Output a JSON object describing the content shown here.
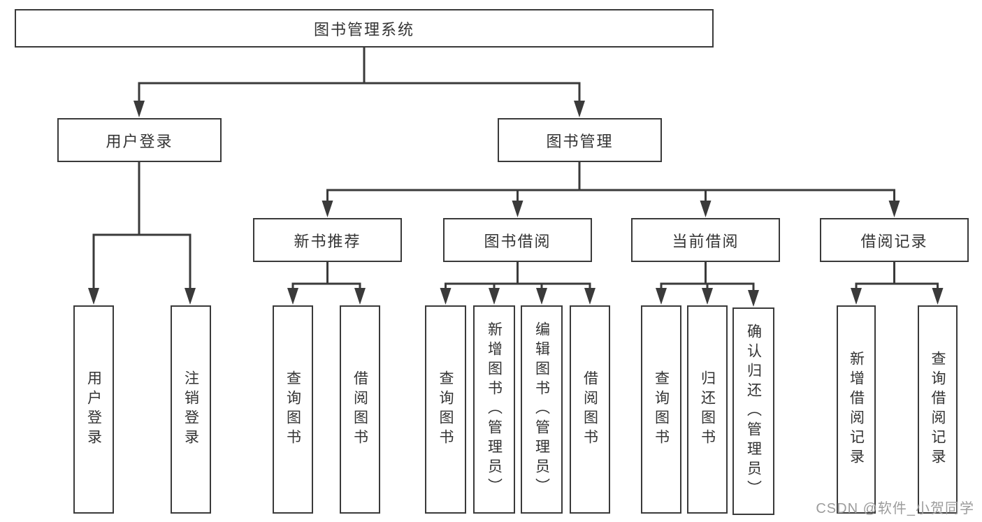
{
  "colors": {
    "line": "#3a3a3a",
    "box_border": "#3a3a3a",
    "box_fill": "#ffffff",
    "text": "#333333",
    "watermark": "#9c9c9c",
    "background": "#ffffff"
  },
  "tree": {
    "label": "图书管理系统",
    "children": [
      {
        "label": "用户登录",
        "children": [
          {
            "label": "用户登录"
          },
          {
            "label": "注销登录"
          }
        ]
      },
      {
        "label": "图书管理",
        "children": [
          {
            "label": "新书推荐",
            "children": [
              {
                "label": "查询图书"
              },
              {
                "label": "借阅图书"
              }
            ]
          },
          {
            "label": "图书借阅",
            "children": [
              {
                "label": "查询图书"
              },
              {
                "label": "新增图书（管理员）"
              },
              {
                "label": "编辑图书（管理员）"
              },
              {
                "label": "借阅图书"
              }
            ]
          },
          {
            "label": "当前借阅",
            "children": [
              {
                "label": "查询图书"
              },
              {
                "label": "归还图书"
              },
              {
                "label": "确认归还（管理员）"
              }
            ]
          },
          {
            "label": "借阅记录",
            "children": [
              {
                "label": "新增借阅记录"
              },
              {
                "label": "查询借阅记录"
              }
            ]
          }
        ]
      }
    ]
  },
  "watermark": "CSDN @软件_小贺同学"
}
